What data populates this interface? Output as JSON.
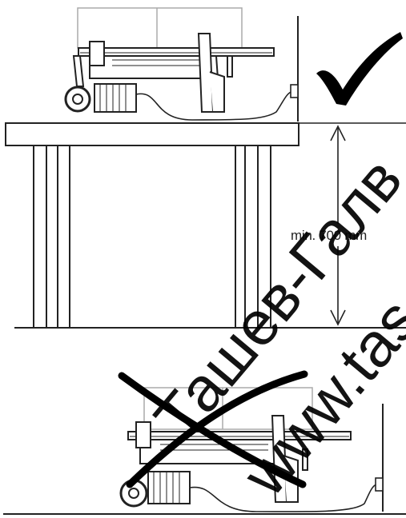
{
  "measurement": {
    "label": "min. 700 mm"
  },
  "correct_mark": {
    "icon": "check-mark-icon"
  },
  "incorrect_mark": {
    "icon": "cross-mark-icon"
  },
  "watermark": {
    "line1": "Ташев-Галв",
    "line2": "www.tas"
  },
  "colors": {
    "line": "#222222",
    "light_line": "#9a9a9a",
    "mark": "#000000"
  }
}
